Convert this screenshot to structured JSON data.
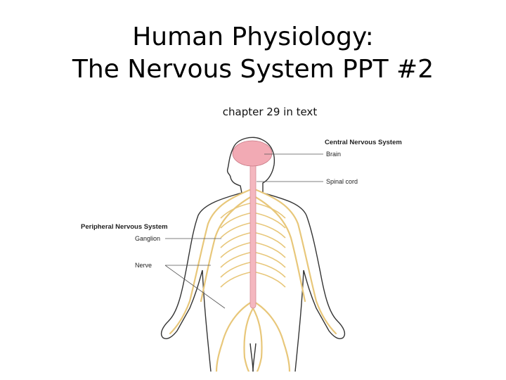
{
  "slide": {
    "title_line1": "Human Physiology:",
    "title_line2": "The Nervous System PPT #2",
    "subtitle": "chapter 29 in text"
  },
  "figure": {
    "labels": {
      "central": "Central Nervous System",
      "brain": "Brain",
      "spinal_cord": "Spinal cord",
      "peripheral": "Peripheral Nervous System",
      "ganglion": "Ganglion",
      "nerve": "Nerve"
    },
    "colors": {
      "brain": "#f2aab4",
      "spinal": "#f4b7bf",
      "nerve": "#e8c77a",
      "outline": "#333333",
      "leader": "#555555"
    }
  }
}
